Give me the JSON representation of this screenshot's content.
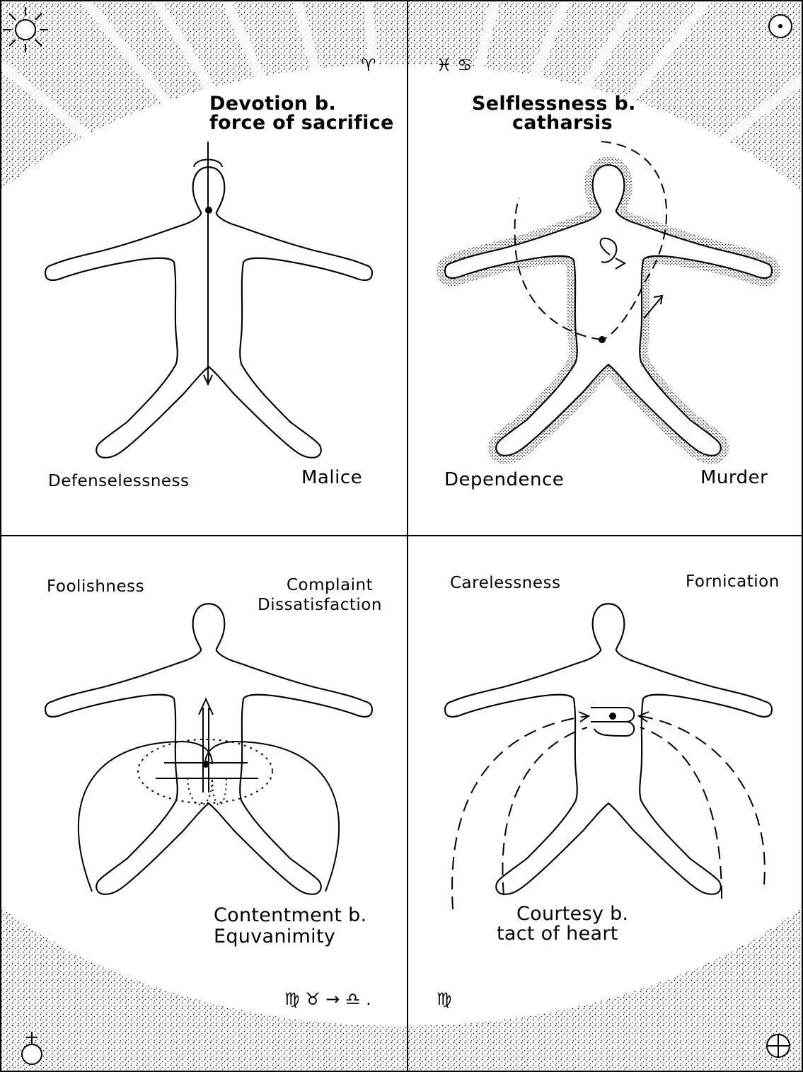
{
  "corners": {
    "top_left_icon": "sun-rays-icon",
    "top_right_icon": "sun-symbol-icon",
    "top_right_glyph": "☉",
    "bottom_left_icon": "venus-cross-icon",
    "bottom_left_glyph": "♁",
    "bottom_right_icon": "earth-symbol-icon",
    "bottom_right_glyph": "⊕"
  },
  "panels": [
    {
      "id": "top-left",
      "sign": "♈",
      "title_lines": [
        "Devotion b.",
        "force of sacrifice"
      ],
      "left_label": "Defenselessness",
      "right_label": "Malice"
    },
    {
      "id": "top-right",
      "sign": "♓ ♋",
      "title_lines": [
        "Selflessness b.",
        "catharsis"
      ],
      "left_label": "Dependence",
      "right_label": "Murder"
    },
    {
      "id": "bottom-left",
      "sign": "♍ ♉ → ♎ .",
      "top_left_label": "Foolishness",
      "top_right_lines": [
        "Complaint",
        "Dissatisfaction"
      ],
      "title_lines": [
        "Contentment b.",
        "Equvanimity"
      ]
    },
    {
      "id": "bottom-right",
      "sign": "♍",
      "top_left_label": "Carelessness",
      "top_right_label": "Fornication",
      "title_lines": [
        "Courtesy b.",
        "tact of heart"
      ]
    }
  ],
  "colors": {
    "ink": "#000000",
    "paper": "#ffffff"
  }
}
